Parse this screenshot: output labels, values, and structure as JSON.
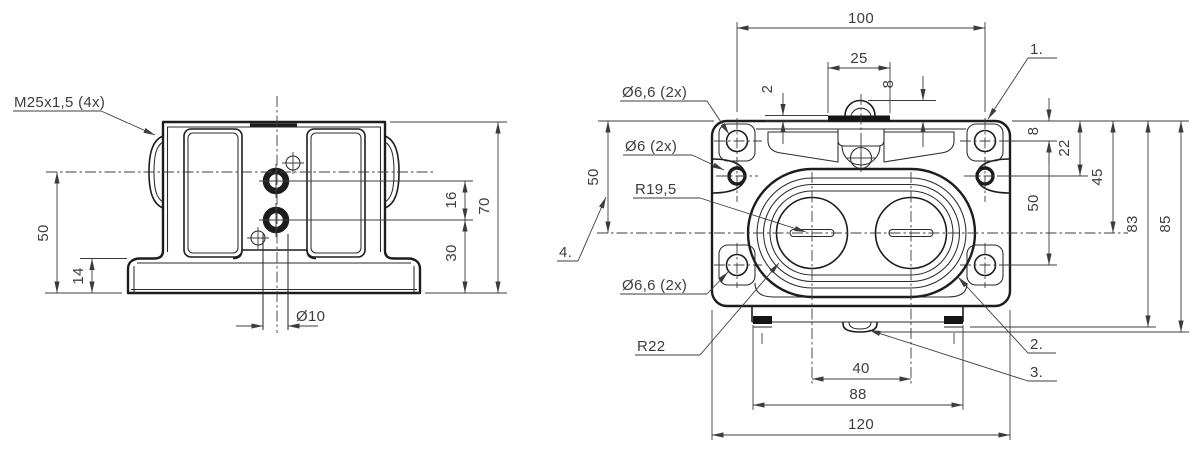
{
  "drawing": {
    "front_view": {
      "thread_label": "M25x1,5 (4x)",
      "dims": {
        "center_height": "50",
        "flange_height": "14",
        "hole_spacing": "16",
        "lower_hole_height": "30",
        "total_height": "70",
        "foot_hole": "Ø10"
      }
    },
    "top_view": {
      "labels": {
        "hole_66_top": "Ø6,6 (2x)",
        "hole_6": "Ø6 (2x)",
        "radius_inner": "R19,5",
        "hole_66_bottom": "Ø6,6 (2x)",
        "radius_outer": "R22"
      },
      "callouts": {
        "c1": "1.",
        "c2": "2.",
        "c3": "3.",
        "c4": "4."
      },
      "dims": {
        "mount_width": "100",
        "tab_width": "25",
        "tab_thickness": "2",
        "dome_height": "8",
        "edge_to_hole": "8",
        "edge_to_small_hole": "22",
        "edge_to_center": "45",
        "mount_height": "50",
        "left_height": "50",
        "depth_83": "83",
        "depth_85": "85",
        "slot_spacing": "40",
        "body_width": "88",
        "total_width": "120"
      }
    },
    "colors": {
      "line": "#1d1d1d",
      "text": "#3d3d3d"
    }
  }
}
